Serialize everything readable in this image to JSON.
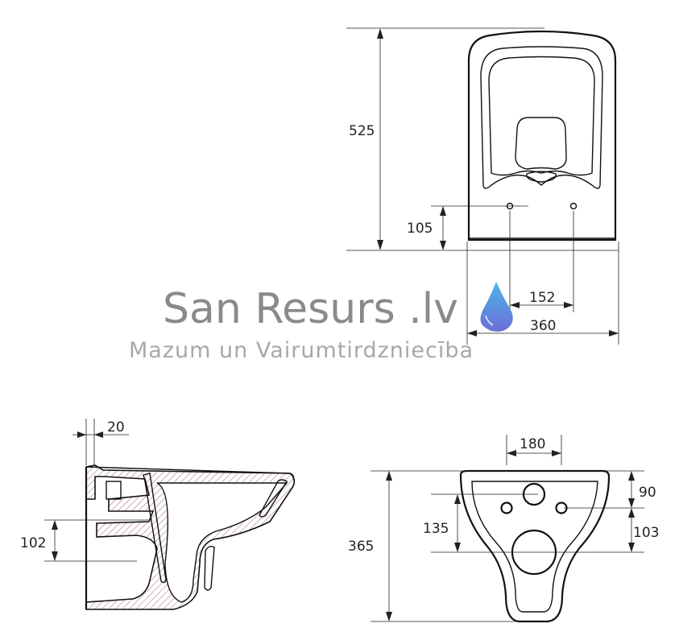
{
  "watermark": {
    "title": "San Resurs .lv",
    "subtitle": "Mazum un Vairumtirdzniecība",
    "drop_icon": "water-drop-icon",
    "drop_color_top": "#4fb3e8",
    "drop_color_bottom": "#6a6fd8"
  },
  "top_view": {
    "height_label": "525",
    "bolt_height_label": "105",
    "bolt_spacing_label": "152",
    "width_label": "360"
  },
  "side_view": {
    "wall_offset_label": "20",
    "pipe_height_label": "102",
    "hatch_color": "#b07a86"
  },
  "front_view": {
    "bolt_spacing_label": "180",
    "top_offset_label": "90",
    "outlet_spacing_label": "103",
    "inlet_height_label": "135",
    "total_height_label": "365"
  }
}
